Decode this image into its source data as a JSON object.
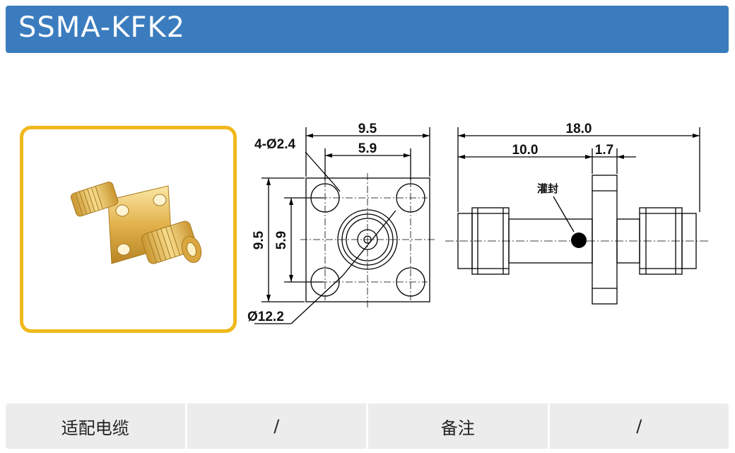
{
  "header": {
    "title": "SSMA-KFK2"
  },
  "drawing": {
    "front_view": {
      "width_overall": "9.5",
      "width_holes": "5.9",
      "height_overall": "9.5",
      "height_holes": "5.9",
      "hole_callout": "4-Ø2.4",
      "diameter_callout": "Ø12.2"
    },
    "side_view": {
      "length_overall": "18.0",
      "length_left": "10.0",
      "flange_thickness": "1.7",
      "potting_label": "灌封"
    }
  },
  "table": {
    "cells": [
      "适配电缆",
      "/",
      "备注",
      "/"
    ]
  },
  "colors": {
    "header_bg": "#3b7cbf",
    "frame_border": "#f0b81b",
    "gold": "#e6b54a"
  }
}
